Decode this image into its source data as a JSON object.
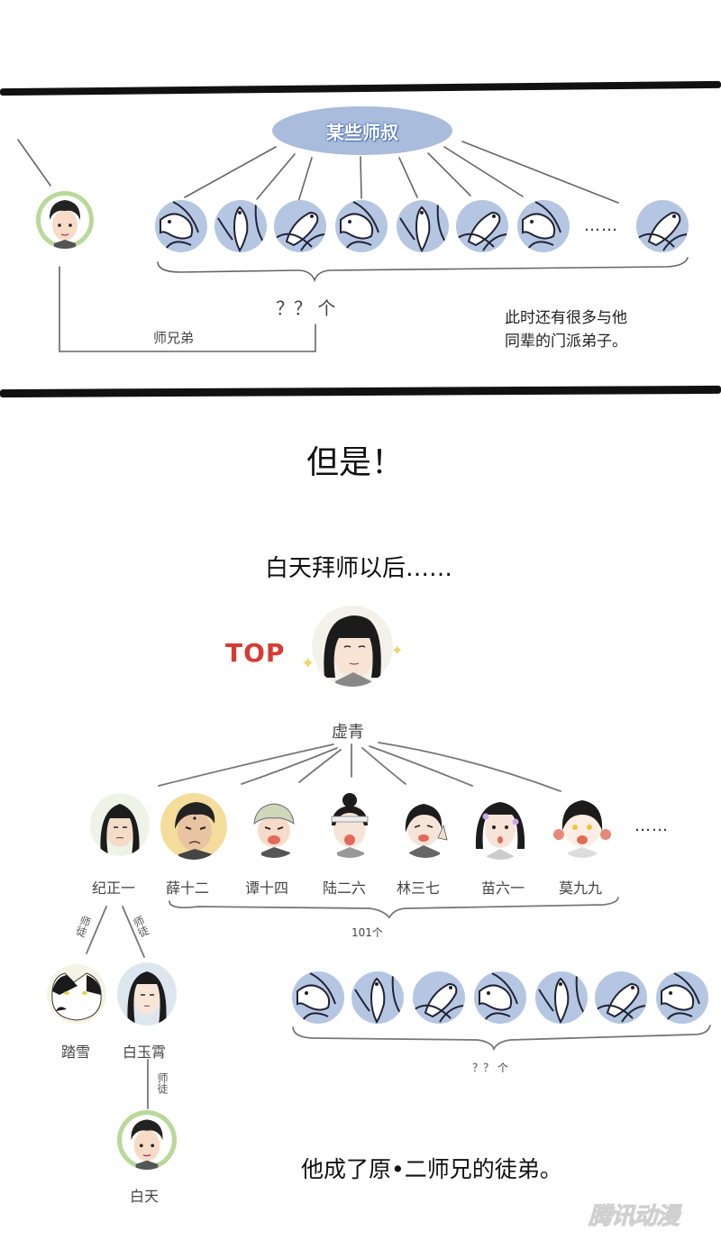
{
  "panel1": {
    "ellipse_label": "某些师叔",
    "ellipsis": "……",
    "count_label": "？？ 个",
    "sibling_label": "师兄弟",
    "note_line1": "此时还有很多与他",
    "note_line2": "同辈的门派弟子。",
    "fish_count_shown": 8,
    "colors": {
      "ellipse": "#a9bcdc",
      "fish_bg": "#b4c6e2",
      "avatar_ring": "#b9d89a"
    }
  },
  "panel2": {
    "exclaim": "但是！",
    "subtitle": "白天拜师以后……",
    "top_badge": "TOP",
    "top_badge_color": "#d93a33",
    "master": {
      "name": "虚青"
    },
    "disciples": [
      {
        "name": "纪正一"
      },
      {
        "name": "薛十二"
      },
      {
        "name": "谭十四"
      },
      {
        "name": "陆二六"
      },
      {
        "name": "林三七"
      },
      {
        "name": "苗六一"
      },
      {
        "name": "莫九九"
      }
    ],
    "disciples_ellipsis": "……",
    "disciples_count": "101个",
    "relation_label": "师徒",
    "grand_disciples": [
      {
        "name": "踏雪"
      },
      {
        "name": "白玉霄"
      }
    ],
    "great_grand_disciple": {
      "name": "白天"
    },
    "fish_count_label": "？？ 个",
    "conclusion": "他成了原•二师兄的徒弟。",
    "watermark": "腾讯动漫"
  }
}
